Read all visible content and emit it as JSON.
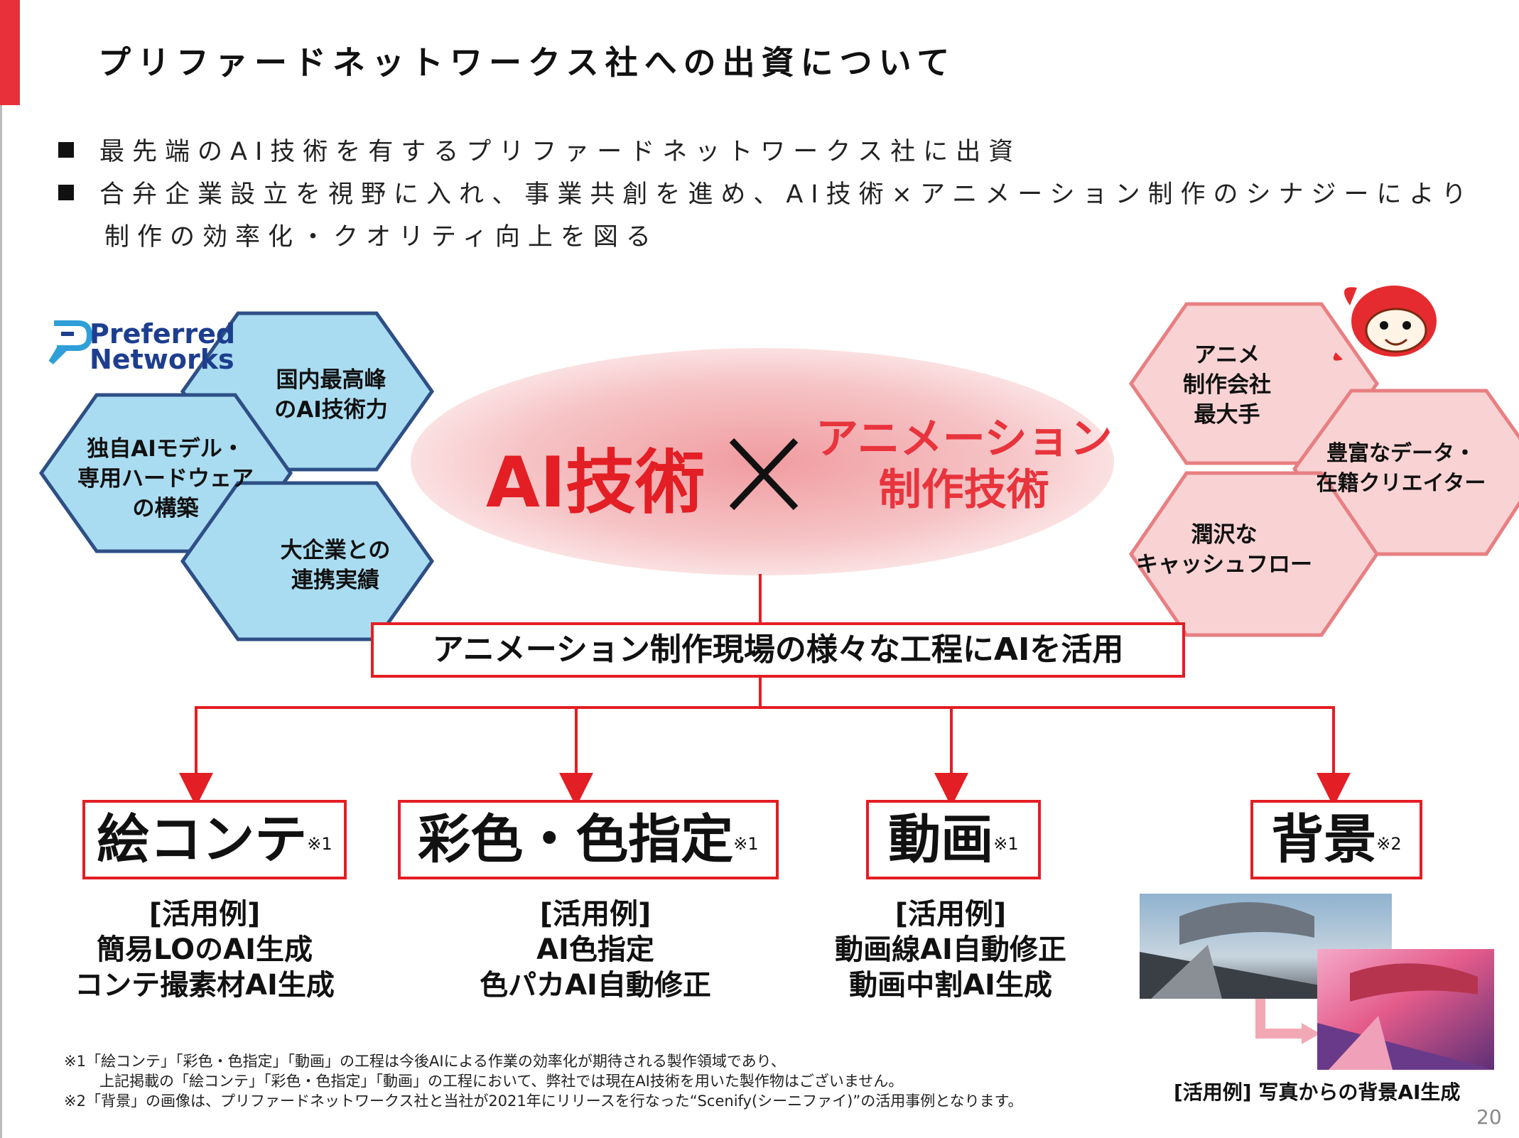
{
  "header": {
    "title": "プリファードネットワークス社への出資について"
  },
  "bullets": [
    "最先端のAI技術を有するプリファードネットワークス社に出資",
    "合弁企業設立を視野に入れ、事業共創を進め、AI技術×アニメーション制作のシナジーにより",
    "制作の効率化・クオリティ向上を図る"
  ],
  "pfn": {
    "logo_line1": "Preferred",
    "logo_line2": "Networks",
    "hexes": [
      {
        "line1": "国内最高峰",
        "line2": "のAI技術力"
      },
      {
        "line1": "独自AIモデル・",
        "line2": "専用ハードウェア",
        "line3": "の構築"
      },
      {
        "line1": "大企業との",
        "line2": "連携実績"
      }
    ],
    "color_fill": "#a9dcf1",
    "color_stroke": "#2e4f86"
  },
  "toei": {
    "hexes": [
      {
        "line1": "アニメ",
        "line2": "制作会社",
        "line3": "最大手"
      },
      {
        "line1": "豊富なデータ・",
        "line2": "在籍クリエイター"
      },
      {
        "line1": "潤沢な",
        "line2": "キャッシュフロー"
      }
    ],
    "color_fill": "#f9d3d4",
    "color_stroke": "#e87f82",
    "mascot_icon": "cat-mascot-icon"
  },
  "center": {
    "ai_label": "AI技術",
    "times": "×",
    "anim_line1": "アニメーション",
    "anim_line2": "制作技術"
  },
  "process": {
    "label": "アニメーション制作現場の様々な工程にAIを活用"
  },
  "steps": [
    {
      "label": "絵コンテ",
      "note": "※1",
      "examples_head": "[活用例]",
      "ex1": "簡易LOのAI生成",
      "ex2": "コンテ撮素材AI生成"
    },
    {
      "label": "彩色・色指定",
      "note": "※1",
      "examples_head": "[活用例]",
      "ex1": "AI色指定",
      "ex2": "色パカAI自動修正"
    },
    {
      "label": "動画",
      "note": "※1",
      "examples_head": "[活用例]",
      "ex1": "動画線AI自動修正",
      "ex2": "動画中割AI生成"
    },
    {
      "label": "背景",
      "note": "※2"
    }
  ],
  "background_caption": "[活用例] 写真からの背景AI生成",
  "footnotes": [
    "※1「絵コンテ」「彩色・色指定」「動画」の工程は今後AIによる作業の効率化が期待される製作領域であり、",
    "上記掲載の「絵コンテ」「彩色・色指定」「動画」の工程において、弊社では現在AI技術を用いた製作物はございません。",
    "※2「背景」の画像は、プリファードネットワークス社と当社が2021年にリリースを行なった“Scenify(シーニファイ)”の活用事例となります。"
  ],
  "page_number": "20",
  "colors": {
    "accent": "#e31e24",
    "pfn_blue": "#1d3e8f"
  }
}
